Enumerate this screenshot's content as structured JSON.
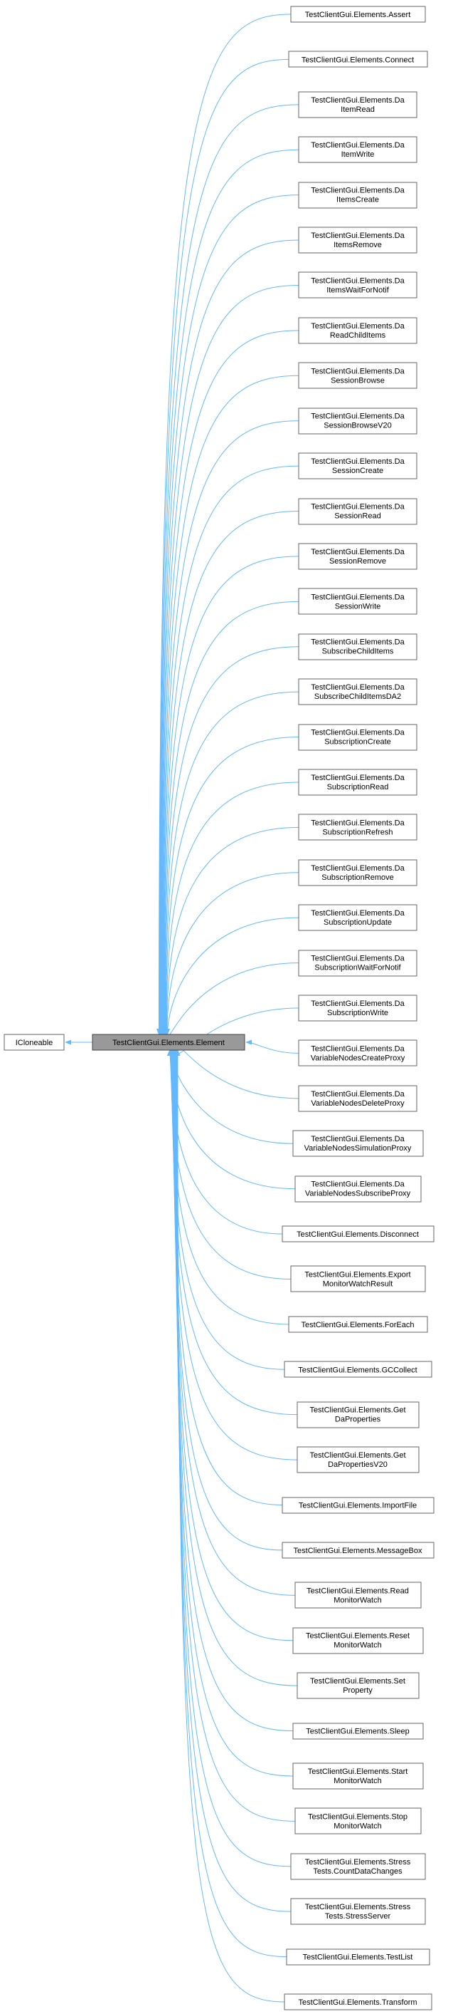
{
  "root_label": "ICloneable",
  "element_label": "TestClientGui.Elements.Element",
  "colors": {
    "edge": "#63b8ff",
    "node_border": "#666666",
    "highlight_fill": "#999999",
    "highlight_border": "#444444"
  },
  "derived": [
    [
      "TestClientGui.Elements.Assert"
    ],
    [
      "TestClientGui.Elements.Connect"
    ],
    [
      "TestClientGui.Elements.Da",
      "ItemRead"
    ],
    [
      "TestClientGui.Elements.Da",
      "ItemWrite"
    ],
    [
      "TestClientGui.Elements.Da",
      "ItemsCreate"
    ],
    [
      "TestClientGui.Elements.Da",
      "ItemsRemove"
    ],
    [
      "TestClientGui.Elements.Da",
      "ItemsWaitForNotif"
    ],
    [
      "TestClientGui.Elements.Da",
      "ReadChildItems"
    ],
    [
      "TestClientGui.Elements.Da",
      "SessionBrowse"
    ],
    [
      "TestClientGui.Elements.Da",
      "SessionBrowseV20"
    ],
    [
      "TestClientGui.Elements.Da",
      "SessionCreate"
    ],
    [
      "TestClientGui.Elements.Da",
      "SessionRead"
    ],
    [
      "TestClientGui.Elements.Da",
      "SessionRemove"
    ],
    [
      "TestClientGui.Elements.Da",
      "SessionWrite"
    ],
    [
      "TestClientGui.Elements.Da",
      "SubscribeChildItems"
    ],
    [
      "TestClientGui.Elements.Da",
      "SubscribeChildItemsDA2"
    ],
    [
      "TestClientGui.Elements.Da",
      "SubscriptionCreate"
    ],
    [
      "TestClientGui.Elements.Da",
      "SubscriptionRead"
    ],
    [
      "TestClientGui.Elements.Da",
      "SubscriptionRefresh"
    ],
    [
      "TestClientGui.Elements.Da",
      "SubscriptionRemove"
    ],
    [
      "TestClientGui.Elements.Da",
      "SubscriptionUpdate"
    ],
    [
      "TestClientGui.Elements.Da",
      "SubscriptionWaitForNotif"
    ],
    [
      "TestClientGui.Elements.Da",
      "SubscriptionWrite"
    ],
    [
      "TestClientGui.Elements.Da",
      "VariableNodesCreateProxy"
    ],
    [
      "TestClientGui.Elements.Da",
      "VariableNodesDeleteProxy"
    ],
    [
      "TestClientGui.Elements.Da",
      "VariableNodesSimulationProxy"
    ],
    [
      "TestClientGui.Elements.Da",
      "VariableNodesSubscribeProxy"
    ],
    [
      "TestClientGui.Elements.Disconnect"
    ],
    [
      "TestClientGui.Elements.Export",
      "MonitorWatchResult"
    ],
    [
      "TestClientGui.Elements.ForEach"
    ],
    [
      "TestClientGui.Elements.GCCollect"
    ],
    [
      "TestClientGui.Elements.Get",
      "DaProperties"
    ],
    [
      "TestClientGui.Elements.Get",
      "DaPropertiesV20"
    ],
    [
      "TestClientGui.Elements.ImportFile"
    ],
    [
      "TestClientGui.Elements.MessageBox"
    ],
    [
      "TestClientGui.Elements.Read",
      "MonitorWatch"
    ],
    [
      "TestClientGui.Elements.Reset",
      "MonitorWatch"
    ],
    [
      "TestClientGui.Elements.Set",
      "Property"
    ],
    [
      "TestClientGui.Elements.Sleep"
    ],
    [
      "TestClientGui.Elements.Start",
      "MonitorWatch"
    ],
    [
      "TestClientGui.Elements.Stop",
      "MonitorWatch"
    ],
    [
      "TestClientGui.Elements.Stress",
      "Tests.CountDataChanges"
    ],
    [
      "TestClientGui.Elements.Stress",
      "Tests.StressServer"
    ],
    [
      "TestClientGui.Elements.TestList"
    ],
    [
      "TestClientGui.Elements.Transform"
    ]
  ]
}
